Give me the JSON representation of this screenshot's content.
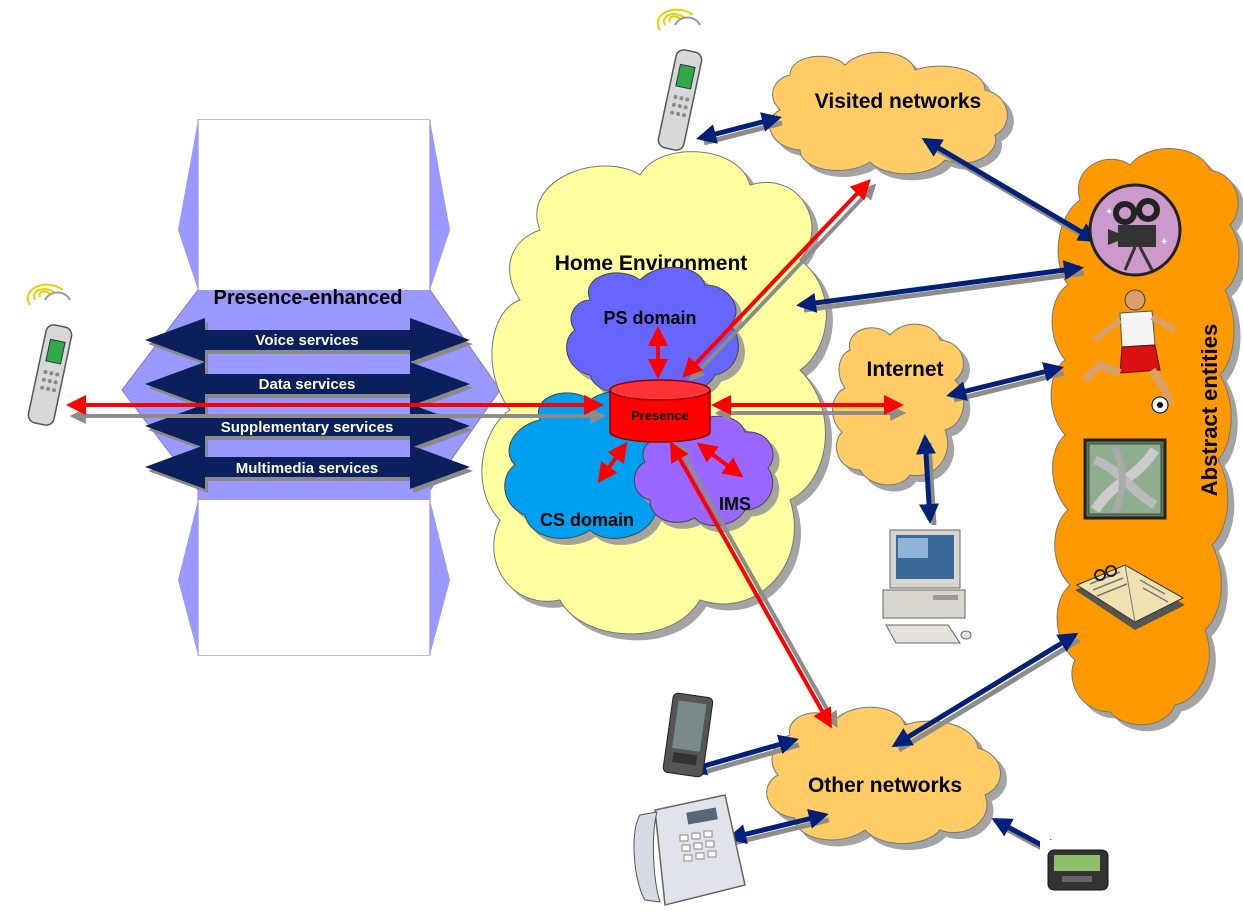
{
  "presence_enhanced": {
    "title": "Presence-enhanced",
    "services": [
      "Voice services",
      "Data services",
      "Supplementary  services",
      "Multimedia services"
    ]
  },
  "home_environment": {
    "title": "Home Environment",
    "ps_domain": "PS domain",
    "cs_domain": "CS domain",
    "ims": "IMS",
    "presence": "Presence"
  },
  "clouds": {
    "visited": "Visited networks",
    "internet": "Internet",
    "other": "Other networks"
  },
  "abstract_entities": "Abstract entities",
  "icons": [
    "mobile-phone-icon",
    "mobile-phone-icon",
    "film-camera-icon",
    "soccer-player-icon",
    "road-junction-icon",
    "book-icon",
    "desktop-computer-icon",
    "pda-icon",
    "desk-phone-icon",
    "pager-icon"
  ],
  "colors": {
    "presence_panel": "#9999ff",
    "home_cloud": "#ffffa0",
    "ps_cloud": "#6666ff",
    "cs_cloud": "#00a0f0",
    "ims_cloud": "#9966ff",
    "network_cloud": "#ffcc66",
    "abstract_cloud": "#ff9900",
    "presence_db": "#ff0000",
    "red_arrow": "#ff0000",
    "blue_arrow": "#00207a"
  }
}
